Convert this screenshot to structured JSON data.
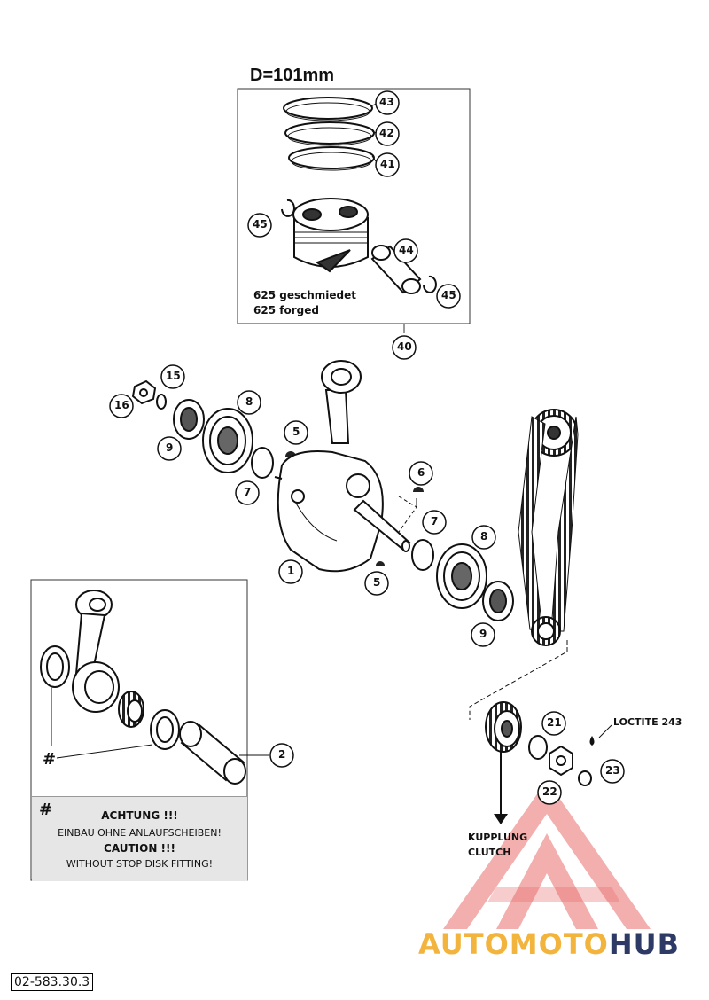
{
  "piston_kit": {
    "bore_label": "D=101mm",
    "forged_line1": "625 geschmiedet",
    "forged_line2": "625 forged"
  },
  "callouts": {
    "c43": "43",
    "c42": "42",
    "c41": "41",
    "c45a": "45",
    "c44": "44",
    "c45b": "45",
    "c40": "40",
    "c15": "15",
    "c16": "16",
    "c8a": "8",
    "c9a": "9",
    "c5a": "5",
    "c7a": "7",
    "c6": "6",
    "c7b": "7",
    "c8b": "8",
    "c1": "1",
    "c5b": "5",
    "c9b": "9",
    "c2": "2",
    "c21": "21",
    "c22": "22",
    "c23": "23"
  },
  "conrod_inset": {
    "hash_marker": "#",
    "note_hash": "#",
    "warning_de_title": "ACHTUNG !!!",
    "warning_de_text": "EINBAU OHNE ANLAUFSCHEIBEN!",
    "warning_en_title": "CAUTION !!!",
    "warning_en_text": "WITHOUT STOP DISK FITTING!"
  },
  "labels": {
    "loctite": "LOCTITE 243",
    "clutch_de": "KUPPLUNG",
    "clutch_en": "CLUTCH"
  },
  "footer": {
    "doc_number": "02-583.30.3"
  },
  "watermark": {
    "part1": "AUTOMOTO",
    "part2": "HUB",
    "color_orange": "#f3b43e",
    "color_navy": "#2e3a66",
    "color_red": "#e23b3b"
  }
}
